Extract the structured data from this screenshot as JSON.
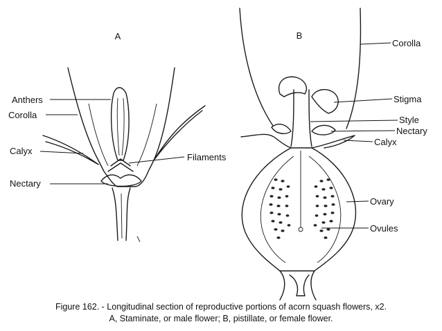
{
  "panels": {
    "a": "A",
    "b": "B"
  },
  "labels": {
    "anthers": "Anthers",
    "corolla_a": "Corolla",
    "calyx_a": "Calyx",
    "nectary_a": "Nectary",
    "filaments": "Filaments",
    "corolla_b": "Corolla",
    "stigma": "Stigma",
    "style": "Style",
    "nectary_b": "Nectary",
    "calyx_b": "Calyx",
    "ovary": "Ovary",
    "ovules": "Ovules"
  },
  "caption": {
    "line1": "Figure 162. - Longitudinal section of reproductive portions of acorn squash flowers, x2.",
    "line2": "A, Staminate, or male flower; B, pistillate, or female flower."
  },
  "colors": {
    "ink": "#1a1a1a",
    "background": "#ffffff"
  }
}
